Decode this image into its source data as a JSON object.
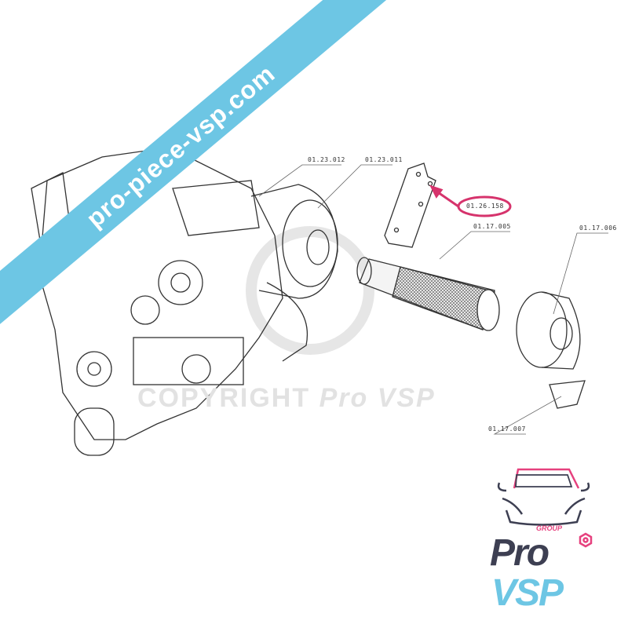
{
  "watermark": {
    "url": "pro-piece-vsp.com",
    "copyright": "COPYRIGHT",
    "brand": "Pro VSP",
    "banner_color": "#6dc6e4"
  },
  "parts": {
    "p1": "01.23.012",
    "p2": "01.23.011",
    "p3": "01.26.158",
    "p4": "01.17.005",
    "p5": "01.17.006",
    "p6": "01.17.007"
  },
  "highlight": {
    "part": "01.26.158",
    "color": "#d6336c"
  },
  "logo": {
    "group": "GROUP",
    "pro": "Pro",
    "vsp": "VSP",
    "dark": "#3d3f52",
    "pink": "#e6417e",
    "blue": "#6dc6e4"
  }
}
